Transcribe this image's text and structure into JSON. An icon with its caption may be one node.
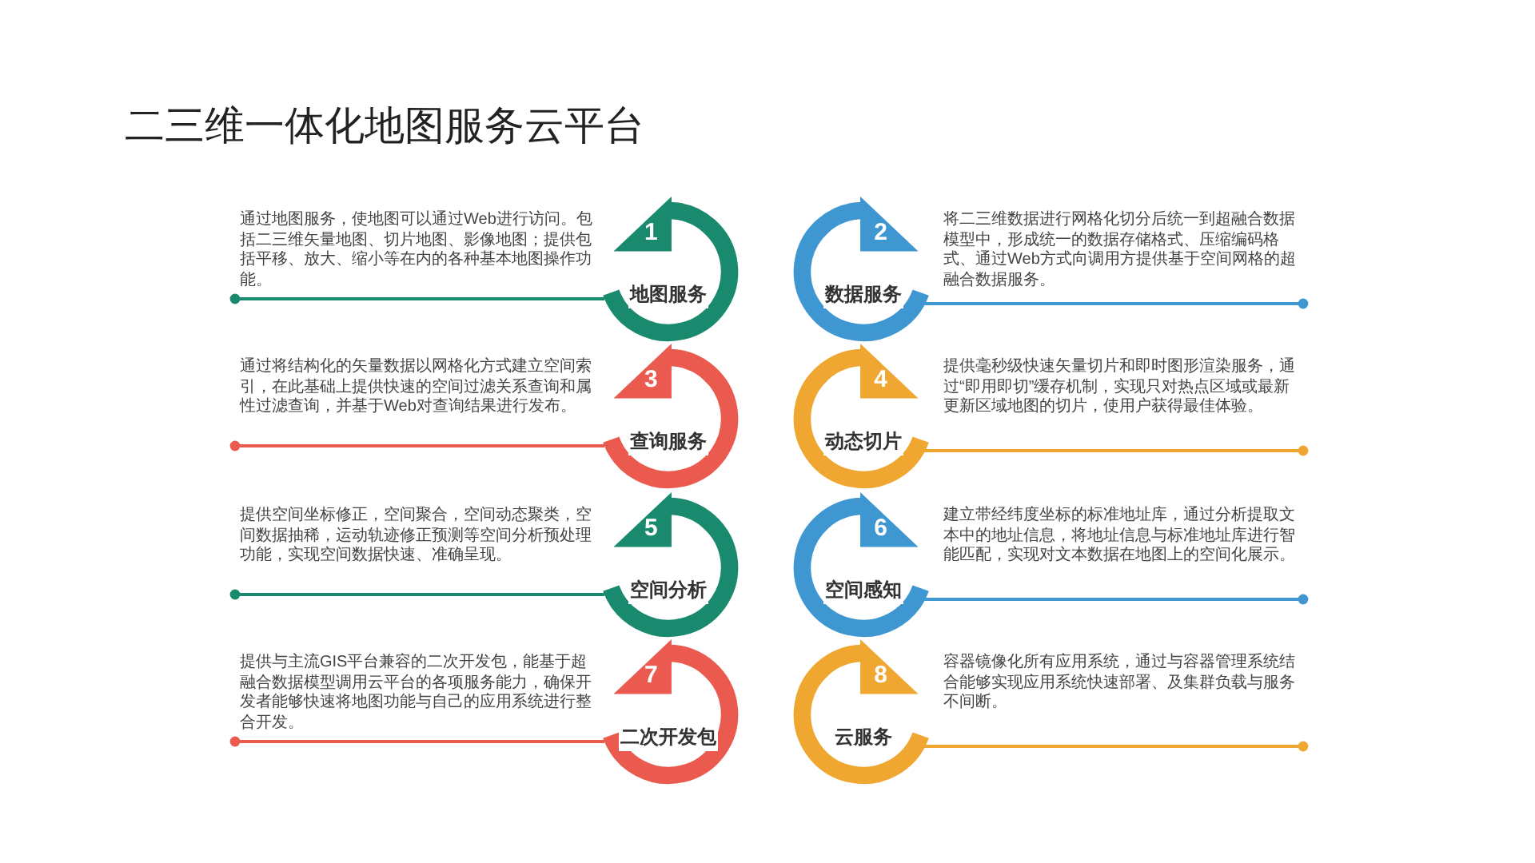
{
  "diagram": {
    "title": "二三维一体化地图服务云平台",
    "nodes": [
      {
        "text": [
          "1",
          "地图服务"
        ],
        "beside": [
          "通过地图服务，使地图可以通过Web进行访问。包括二三维矢量地图、切片地图、影像地图；提供包括平移、放大、缩小等在内的各种基本地图操作功能。"
        ]
      },
      {
        "text": [
          "2",
          "数据服务"
        ],
        "beside": [
          "将二三维数据进行网格化切分后统一到超融合数据模型中，形成统一的数据存储格式、压缩编码格式、通过Web方式向调用方提供基于空间网格的超融合数据服务。"
        ]
      },
      {
        "text": [
          "3",
          "查询服务"
        ],
        "beside": [
          "通过将结构化的矢量数据以网格化方式建立空间索引，在此基础上提供快速的空间过滤关系查询和属性过滤查询，并基于Web对查询结果进行发布。"
        ]
      },
      {
        "text": [
          "4",
          "动态切片"
        ],
        "beside": [
          "提供毫秒级快速矢量切片和即时图形渲染服务，通过“即用即切”缓存机制，实现只对热点区域或最新更新区域地图的切片，使用户获得最佳体验。"
        ]
      },
      {
        "text": [
          "5",
          "空间分析"
        ],
        "beside": [
          "提供空间坐标修正，空间聚合，空间动态聚类，空间数据抽稀，运动轨迹修正预测等空间分析预处理功能，实现空间数据快速、准确呈现。"
        ]
      },
      {
        "text": [
          "6",
          "空间感知"
        ],
        "beside": [
          "建立带经纬度坐标的标准地址库，通过分析提取文本中的地址信息，将地址信息与标准地址库进行智能匹配，实现对文本数据在地图上的空间化展示。"
        ]
      },
      {
        "text": [
          "7",
          "二次开发包"
        ],
        "beside": [
          "提供与主流GIS平台兼容的二次开发包，能基于超融合数据模型调用云平台的各项服务能力，确保开发者能够快速将地图功能与自己的应用系统进行整合开发。"
        ]
      },
      {
        "text": [
          "8",
          "云服务"
        ],
        "beside": [
          "容器镜像化所有应用系统，通过与容器管理系统结合能够实现应用系统快速部署、及集群负载与服务不间断。"
        ]
      }
    ]
  }
}
